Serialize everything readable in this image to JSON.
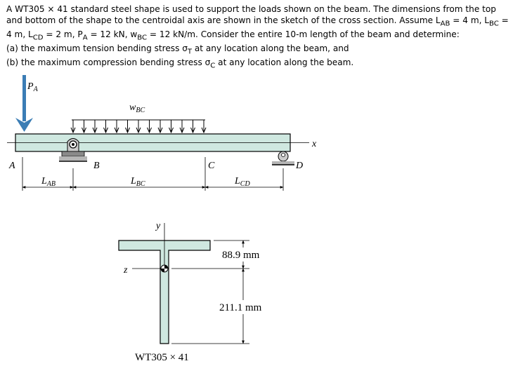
{
  "problem": {
    "line1": "A WT305 × 41 standard steel shape is used to support the loads shown on the beam. The dimensions from the top",
    "line2": "and bottom of the shape to the centroidal axis are shown in the sketch of the cross section. Assume L",
    "line2_sub": "AB",
    "line2_end": " = 4 m, L",
    "line2_sub2": "BC",
    "line2_tail": " =",
    "line3_a": "4 m, L",
    "line3_sub1": "CD",
    "line3_b": " = 2 m, P",
    "line3_sub2": "A",
    "line3_c": " = 12 kN, w",
    "line3_sub3": "BC",
    "line3_d": " = 12 kN/m. Consider the entire 10-m length of the beam and determine:",
    "part_a_pre": "(a) the maximum tension bending stress σ",
    "part_a_sub": "T",
    "part_a_post": " at any location along the beam, and",
    "part_b_pre": "(b) the maximum compression bending stress σ",
    "part_b_sub": "C",
    "part_b_post": " at any location along the beam."
  },
  "beam_labels": {
    "load_P": "P",
    "load_P_sub": "A",
    "load_w": "w",
    "load_w_sub": "BC",
    "point_A": "A",
    "point_B": "B",
    "point_C": "C",
    "point_D": "D",
    "axis_x": "x",
    "dim_AB": "L",
    "dim_AB_sub": "AB",
    "dim_BC": "L",
    "dim_BC_sub": "BC",
    "dim_CD": "L",
    "dim_CD_sub": "CD"
  },
  "section_labels": {
    "axis_y": "y",
    "axis_z": "z",
    "dim_top": "88.9 mm",
    "dim_bottom": "211.1 mm",
    "shape_name": "WT305 × 41"
  },
  "colors": {
    "section_fill": "#cfe8e0",
    "load_arrow": "#3b7db5",
    "outline": "#000000"
  }
}
